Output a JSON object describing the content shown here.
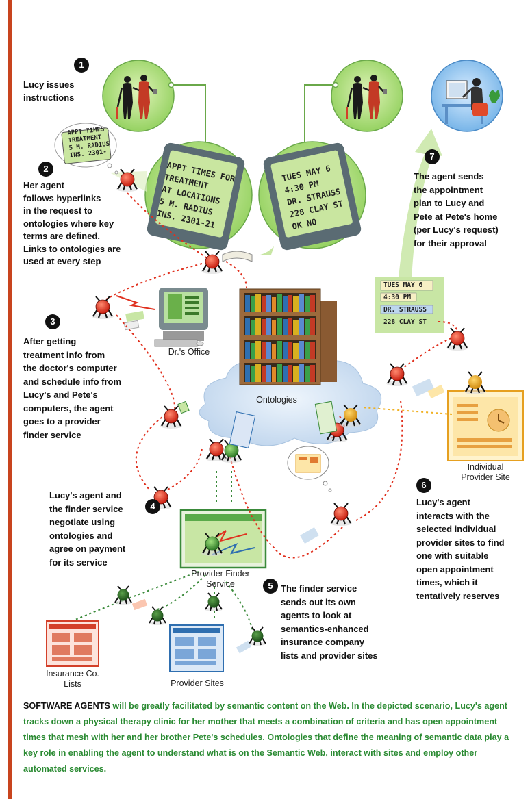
{
  "steps": [
    {
      "num": "1",
      "text": "Lucy issues\ninstructions"
    },
    {
      "num": "2",
      "text": "Her agent\nfollows hyperlinks\nin the request to\nontologies where key\nterms are defined.\nLinks to ontologies are\nused at every step"
    },
    {
      "num": "3",
      "text": "After getting\ntreatment info from\nthe doctor's computer\nand schedule info from\nLucy's and Pete's\ncomputers, the agent\ngoes to a provider\nfinder service"
    },
    {
      "num": "4",
      "text": "Lucy's agent and\nthe finder service\nnegotiate using\nontologies and\nagree on payment\nfor its service"
    },
    {
      "num": "5",
      "text": "The finder service\nsends out its own\nagents to look at\nsemantics-enhanced\ninsurance company\nlists and provider sites"
    },
    {
      "num": "6",
      "text": "Lucy's agent\ninteracts with the\nselected individual\nprovider sites to find\none with suitable\nopen appointment\ntimes, which it\ntentatively reserves"
    },
    {
      "num": "7",
      "text": "The agent sends\nthe appointment\nplan to Lucy and\nPete at Pete's home\n(per Lucy's request)\nfor their approval"
    }
  ],
  "labels": {
    "drs_office": "Dr.'s Office",
    "ontologies": "Ontologies",
    "individual_provider_site": "Individual\nProvider Site",
    "provider_finder_service": "Provider Finder\nService",
    "insurance_co_lists": "Insurance Co.\nLists",
    "provider_sites": "Provider Sites"
  },
  "screens": {
    "request_small": "APPT TIMES\nTREATMENT\n5 M. RADIUS\nINS. 2301-",
    "request_device": "APPT TIMES FOR\nTREATMENT\nAT LOCATIONS\n5 M. RADIUS\nINS. 2301-21",
    "plan_device": "TUES MAY 6\n4:30 PM\nDR. STRAUSS\n228 CLAY ST\nOK        NO",
    "ok": "OK",
    "no": "NO",
    "plan_card": "TUES MAY 6\n4:30 PM\nDR. STRAUSS\n228 CLAY ST"
  },
  "caption": {
    "lead": "SOFTWARE AGENTS",
    "body": " will be greatly facilitated by semantic content on the Web. In the depicted scenario, Lucy's agent tracks down a physical therapy clinic for her mother that meets a combination of criteria and has open appointment times that mesh with her and her brother Pete's schedules. Ontologies that define the meaning of semantic data play a key role in enabling the agent to understand what is on the Semantic Web, interact with sites and employ other automated services."
  },
  "colors": {
    "accent_bar": "#c8441e",
    "caption_green": "#2a8a32",
    "agent_red": "#e0301e",
    "finder_green": "#4a9a3a",
    "path_red": "#e0301e",
    "path_green": "#3a8a3a",
    "path_yellow": "#f0b020",
    "bubble_green": "#b9e08a",
    "cloud_blue": "#d7e6f6"
  },
  "icons": [
    "lucy-and-mother-figures-icon",
    "handheld-device-icon",
    "agent-bug-icon",
    "bookshelf-icon",
    "computer-icon",
    "cloud-icon",
    "web-page-icon",
    "person-at-desk-icon",
    "book-icon"
  ]
}
